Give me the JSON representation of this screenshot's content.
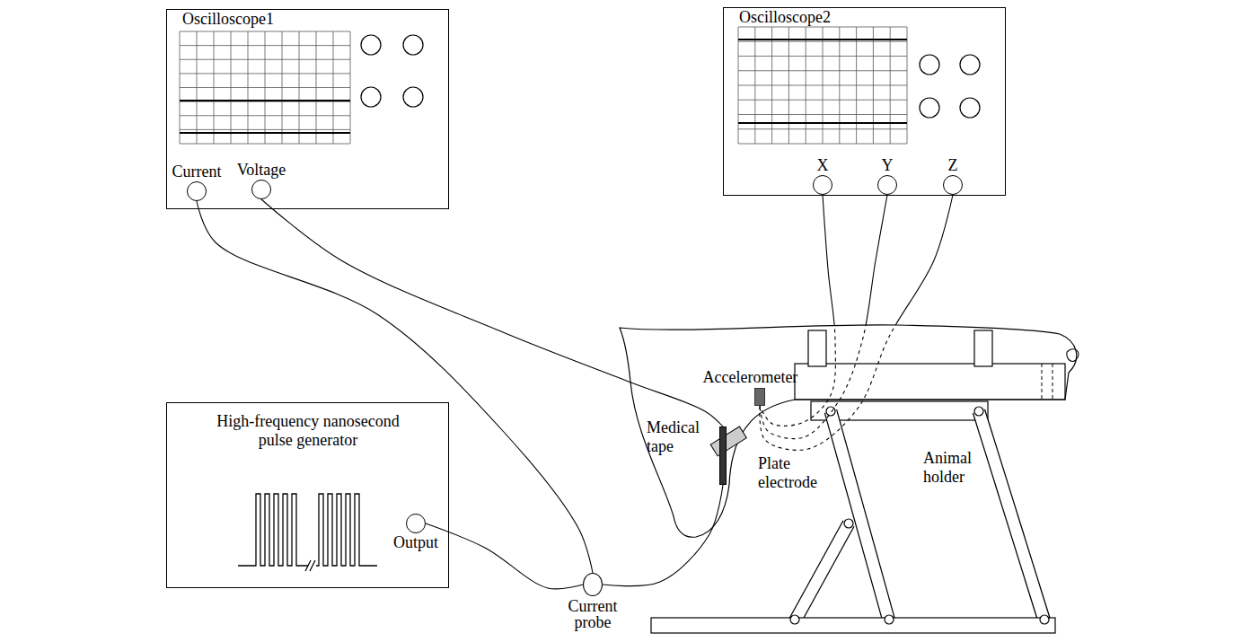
{
  "diagram": {
    "nodes": [
      {
        "text": [
          "Oscilloscope1"
        ]
      },
      {
        "text": [
          "Current"
        ],
        "in": 0
      },
      {
        "text": [
          "Voltage"
        ],
        "in": 0
      },
      {
        "text": [
          "Oscilloscope2"
        ]
      },
      {
        "text": [
          "X"
        ],
        "in": 3
      },
      {
        "text": [
          "Y"
        ],
        "in": 3
      },
      {
        "text": [
          "Z"
        ],
        "in": 3
      },
      {
        "text": [
          "High-frequency nanosecond pulse generator"
        ]
      },
      {
        "text": [
          "Output"
        ],
        "in": 7
      },
      {
        "text": [
          "Current probe"
        ]
      },
      {
        "text": [
          "Plate electrode"
        ]
      },
      {
        "text": [
          "Accelerometer"
        ]
      }
    ],
    "edges": [
      {
        "from": 1,
        "to": 9,
        "arrow": "none"
      },
      {
        "from": 2,
        "to": 10,
        "arrow": "none"
      },
      {
        "from": 8,
        "to": 9,
        "arrow": "none"
      },
      {
        "from": 9,
        "to": 10,
        "arrow": "none"
      },
      {
        "from": 4,
        "to": 11,
        "arrow": "none"
      },
      {
        "from": 5,
        "to": 11,
        "arrow": "none"
      },
      {
        "from": 6,
        "to": 11,
        "arrow": "none"
      }
    ],
    "labels": [
      "Medical tape",
      "Animal holder"
    ]
  }
}
